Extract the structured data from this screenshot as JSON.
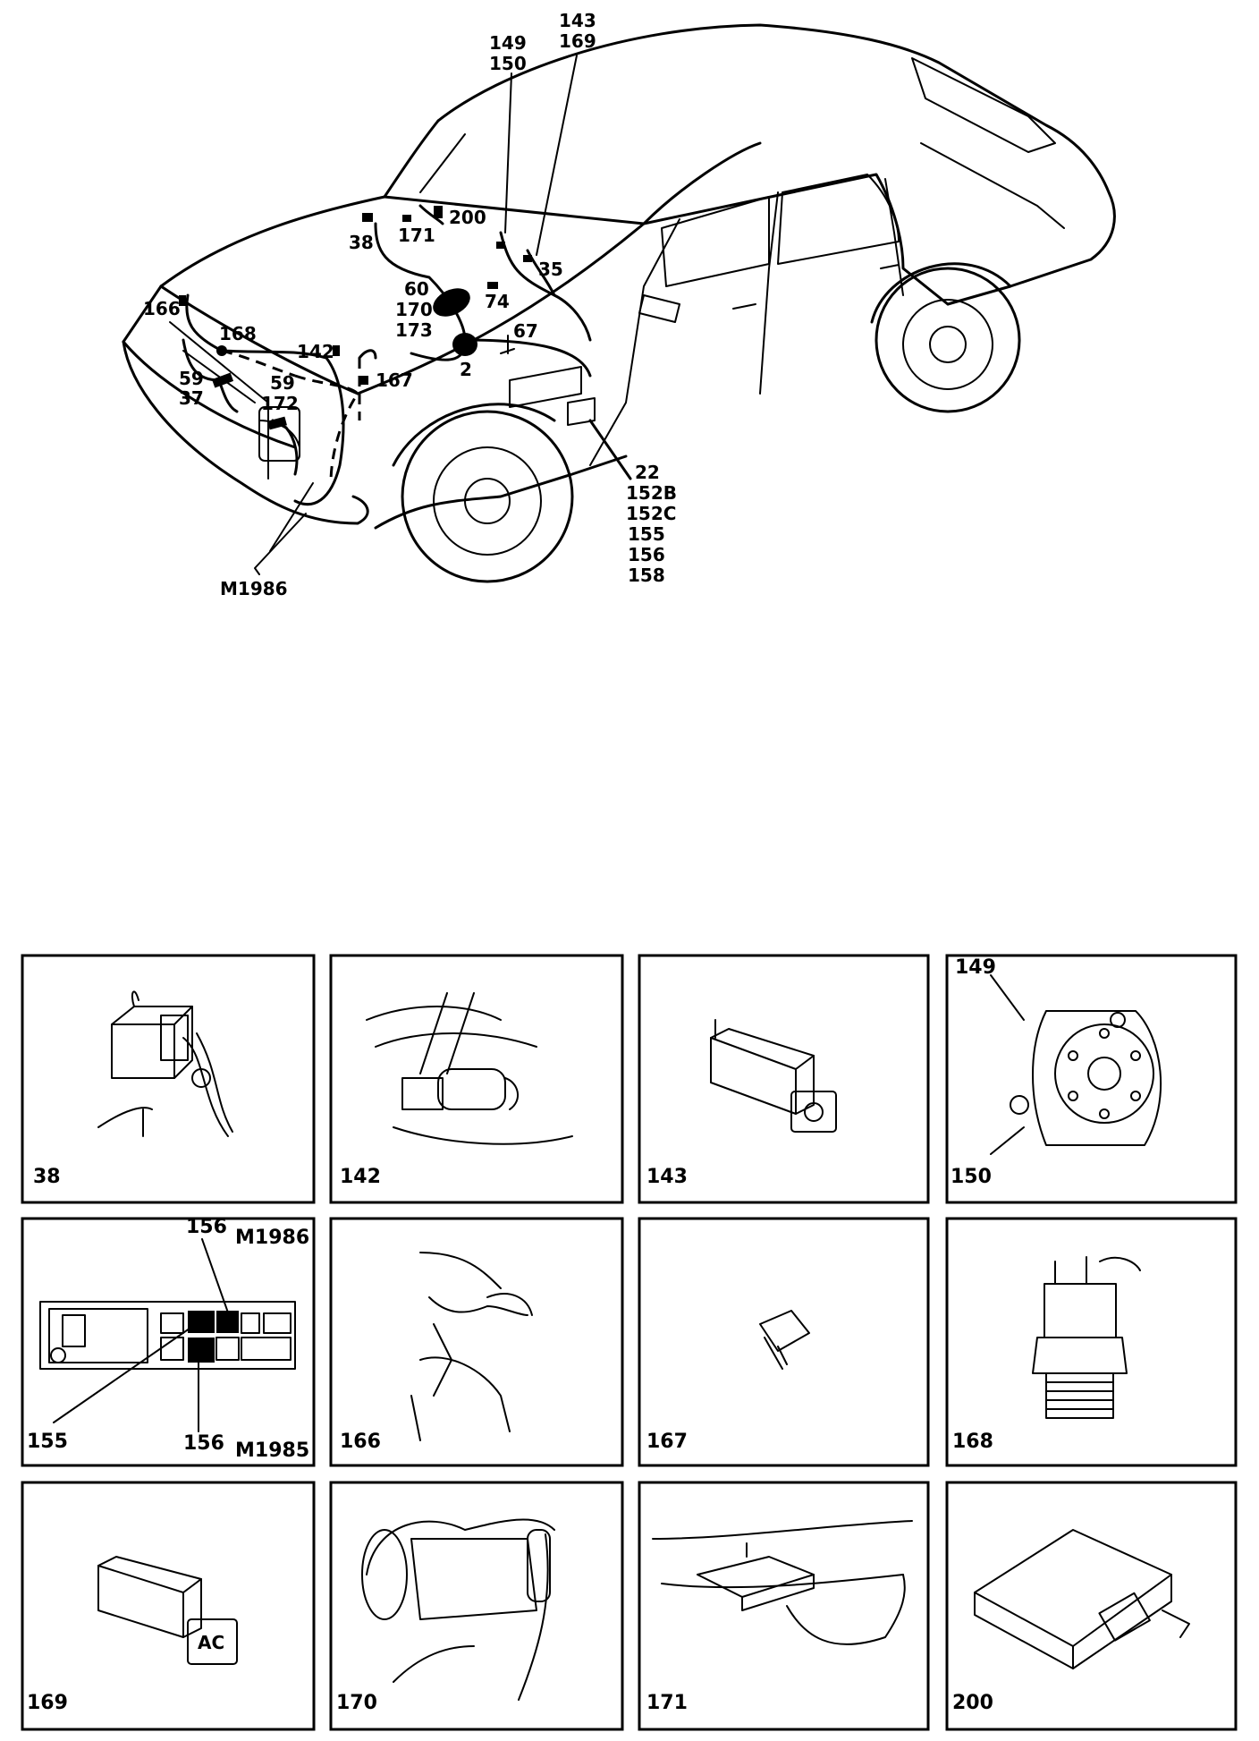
{
  "overview": {
    "labels": {
      "l143": "143",
      "l169": "169",
      "l149": "149",
      "l150": "150",
      "l200": "200",
      "l171": "171",
      "l38": "38",
      "l35": "35",
      "l60": "60",
      "l170": "170",
      "l173": "173",
      "l74": "74",
      "l67": "67",
      "l2": "2",
      "l166": "166",
      "l168": "168",
      "l142": "142",
      "l167": "167",
      "l59a": "59",
      "l37": "37",
      "l59b": "59",
      "l172": "172",
      "l22": "22",
      "l152B": "152B",
      "l152C": "152C",
      "l155": "155",
      "l156": "156",
      "l158": "158",
      "lM1986": "M1986"
    }
  },
  "panels": [
    {
      "id": "38",
      "label": "38"
    },
    {
      "id": "142",
      "label": "142"
    },
    {
      "id": "143",
      "label": "143"
    },
    {
      "id": "150",
      "label": "150",
      "callout_top": "149"
    },
    {
      "id": "155",
      "label": "155",
      "callout_top": "156",
      "callout_bottom": "156",
      "tag_top": "M1986",
      "tag_bottom": "M1985"
    },
    {
      "id": "166",
      "label": "166"
    },
    {
      "id": "167",
      "label": "167"
    },
    {
      "id": "168",
      "label": "168"
    },
    {
      "id": "169",
      "label": "169",
      "button_text": "AC"
    },
    {
      "id": "170",
      "label": "170"
    },
    {
      "id": "171",
      "label": "171"
    },
    {
      "id": "200",
      "label": "200"
    }
  ]
}
